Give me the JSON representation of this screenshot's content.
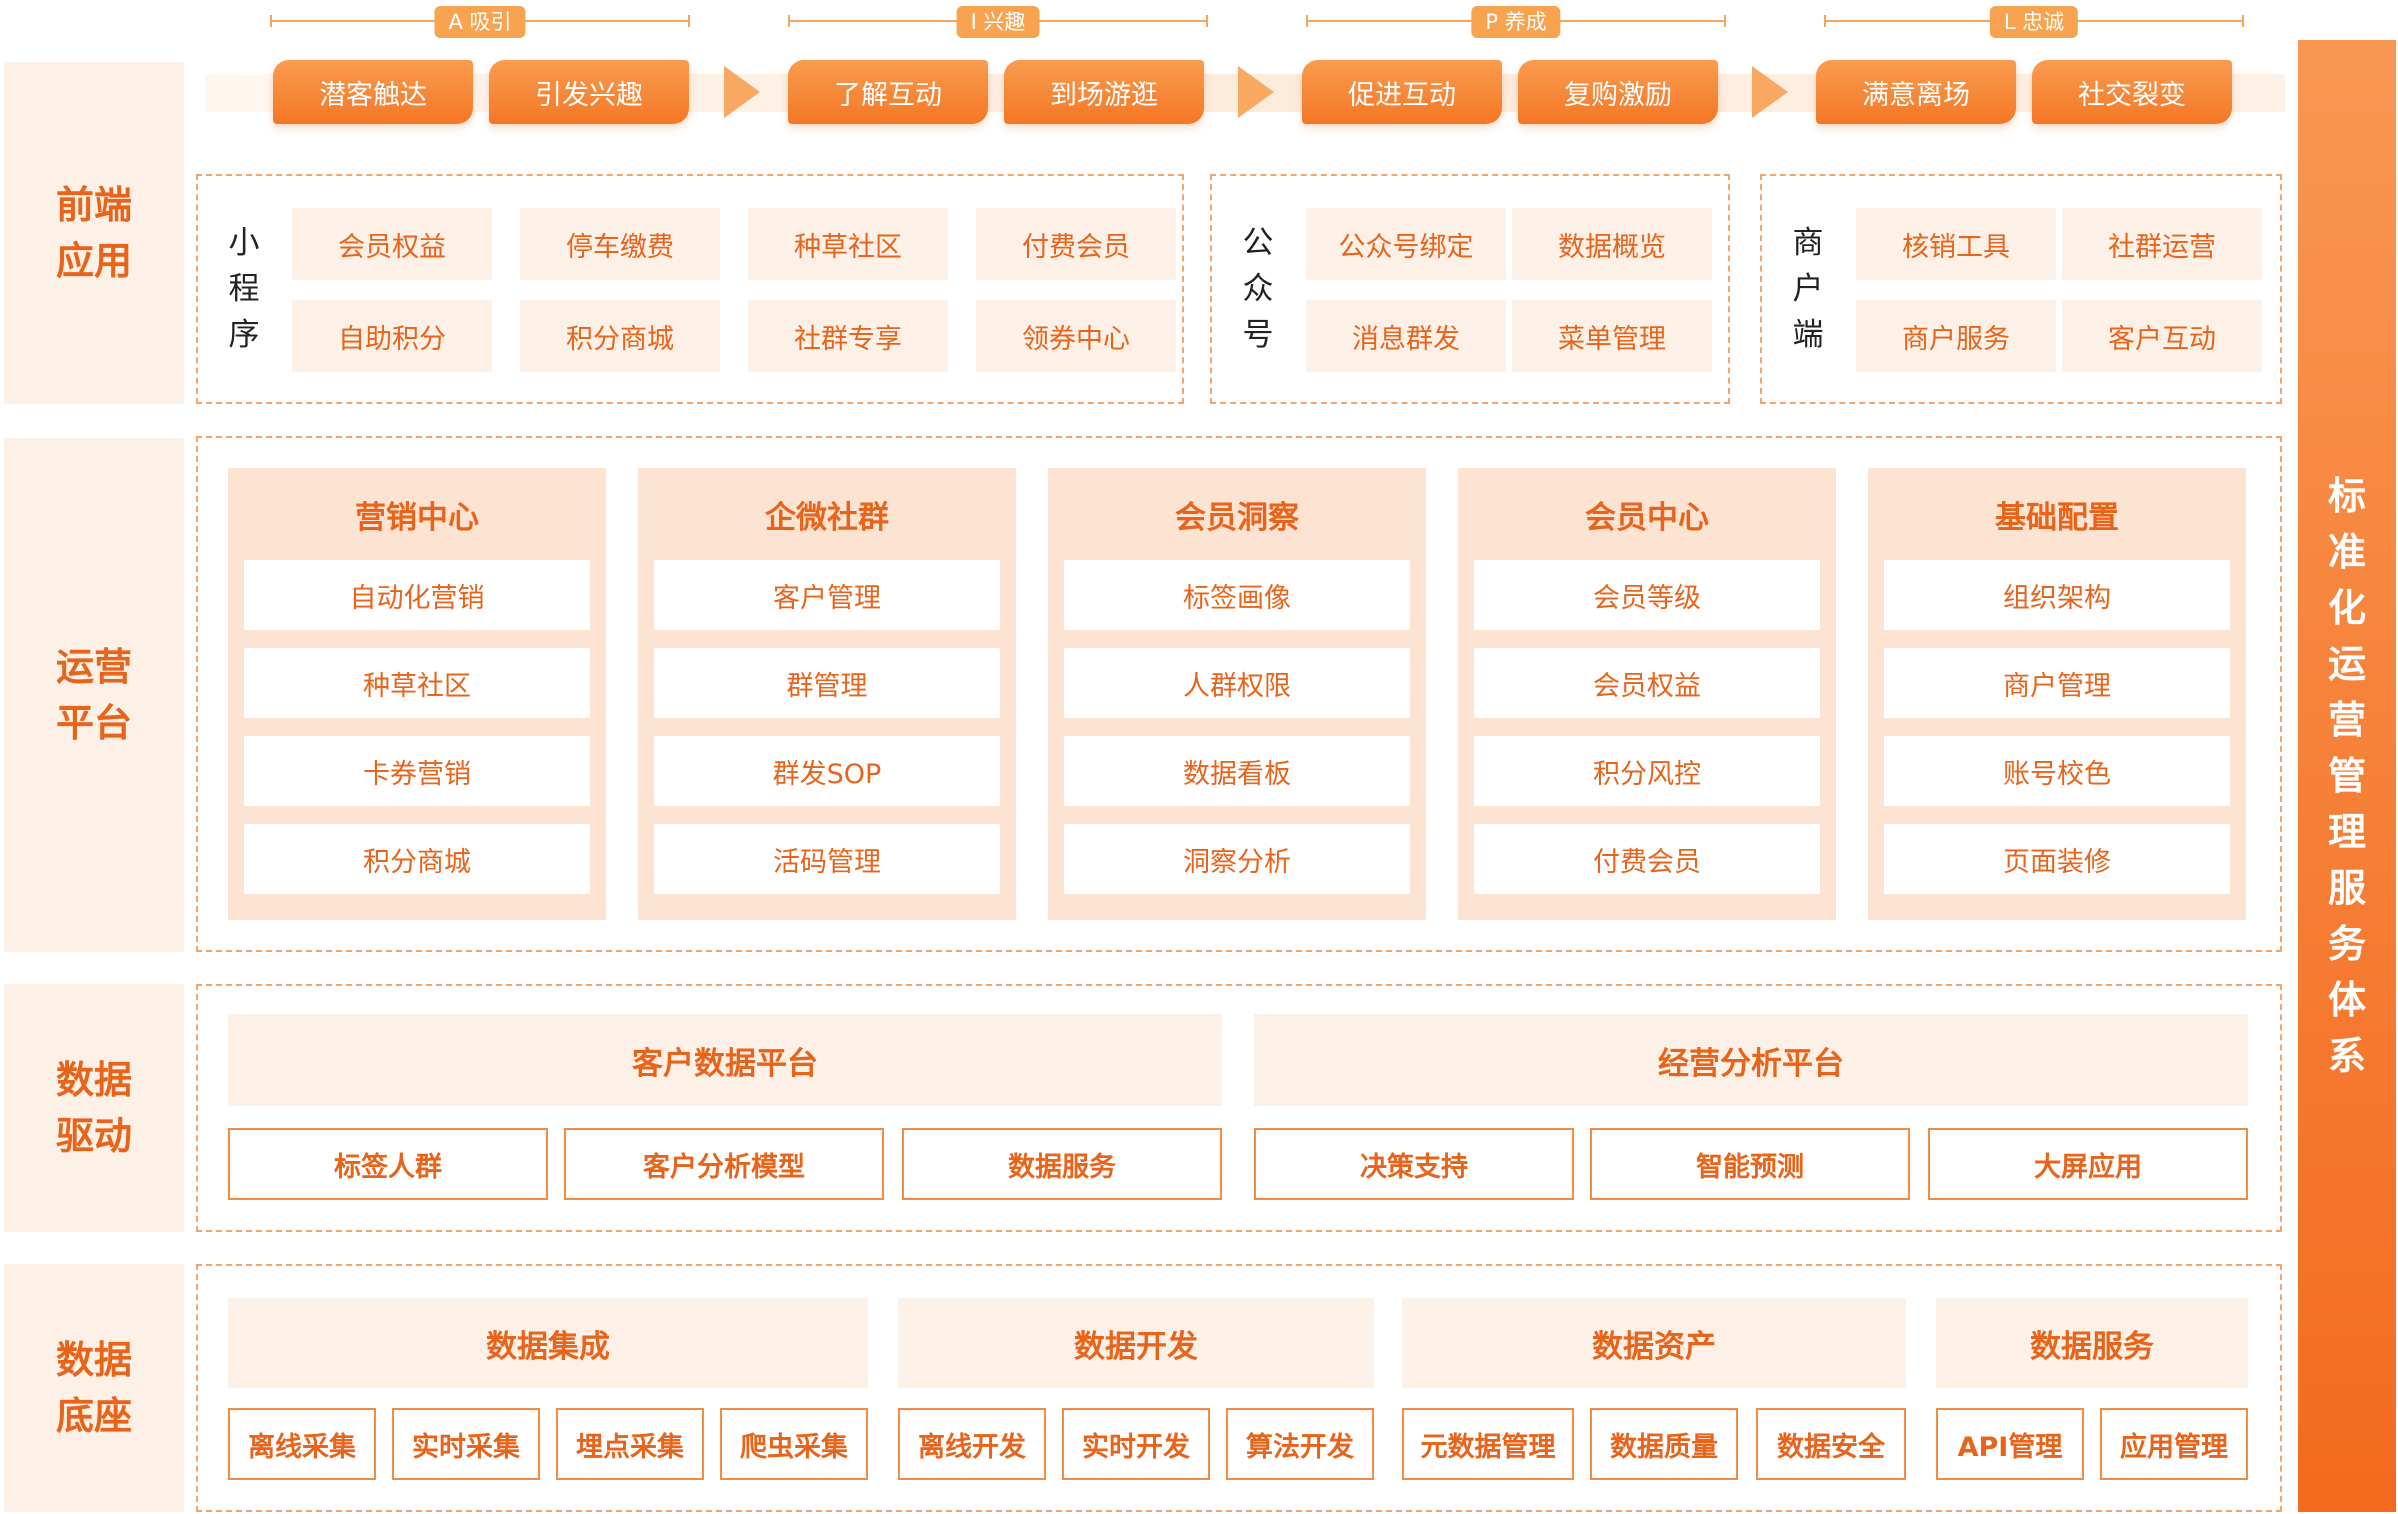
{
  "stages": [
    "A 吸引",
    "I 兴趣",
    "P 养成",
    "L 忠诚"
  ],
  "journey": [
    "潜客触达",
    "引发兴趣",
    "了解互动",
    "到场游逛",
    "促进互动",
    "复购激励",
    "满意离场",
    "社交裂变"
  ],
  "side_label": "标准化运营管理服务体系",
  "layers": {
    "frontend": {
      "label": "前端应用",
      "groups": [
        {
          "title": "小程序",
          "items": [
            "会员权益",
            "停车缴费",
            "种草社区",
            "付费会员",
            "自助积分",
            "积分商城",
            "社群专享",
            "领券中心"
          ]
        },
        {
          "title": "公众号",
          "items": [
            "公众号绑定",
            "数据概览",
            "消息群发",
            "菜单管理"
          ]
        },
        {
          "title": "商户端",
          "items": [
            "核销工具",
            "社群运营",
            "商户服务",
            "客户互动"
          ]
        }
      ]
    },
    "ops": {
      "label": "运营平台",
      "columns": [
        {
          "title": "营销中心",
          "items": [
            "自动化营销",
            "种草社区",
            "卡券营销",
            "积分商城"
          ]
        },
        {
          "title": "企微社群",
          "items": [
            "客户管理",
            "群管理",
            "群发SOP",
            "活码管理"
          ]
        },
        {
          "title": "会员洞察",
          "items": [
            "标签画像",
            "人群权限",
            "数据看板",
            "洞察分析"
          ]
        },
        {
          "title": "会员中心",
          "items": [
            "会员等级",
            "会员权益",
            "积分风控",
            "付费会员"
          ]
        },
        {
          "title": "基础配置",
          "items": [
            "组织架构",
            "商户管理",
            "账号校色",
            "页面装修"
          ]
        }
      ]
    },
    "data_driven": {
      "label": "数据驱动",
      "platforms": [
        {
          "title": "客户数据平台",
          "items": [
            "标签人群",
            "客户分析模型",
            "数据服务"
          ]
        },
        {
          "title": "经营分析平台",
          "items": [
            "决策支持",
            "智能预测",
            "大屏应用"
          ]
        }
      ]
    },
    "data_base": {
      "label": "数据底座",
      "groups": [
        {
          "title": "数据集成",
          "items": [
            "离线采集",
            "实时采集",
            "埋点采集",
            "爬虫采集"
          ]
        },
        {
          "title": "数据开发",
          "items": [
            "离线开发",
            "实时开发",
            "算法开发"
          ]
        },
        {
          "title": "数据资产",
          "items": [
            "元数据管理",
            "数据质量",
            "数据安全"
          ]
        },
        {
          "title": "数据服务",
          "items": [
            "API管理",
            "应用管理"
          ]
        }
      ]
    }
  }
}
